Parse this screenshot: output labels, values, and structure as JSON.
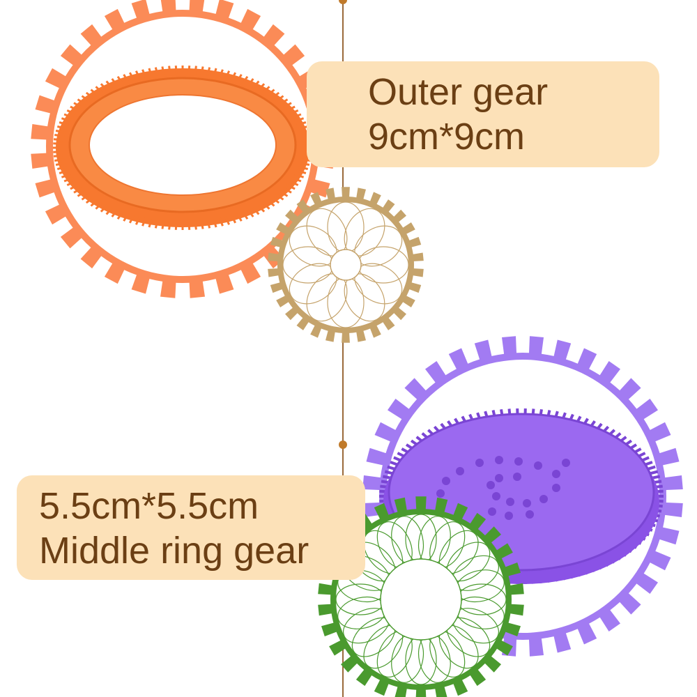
{
  "outer_gear": {
    "title": "Outer gear",
    "size": "9cm*9cm",
    "frame_color": "#fb8b57",
    "ring_color": "#f7782f"
  },
  "middle_ring_gear": {
    "size": "5.5cm*5.5cm",
    "title": "Middle ring gear",
    "frame_color": "#a27bf2",
    "disc_color": "#8a52e6"
  },
  "spiro_gear_tan": {
    "color": "#c5a36b"
  },
  "spiro_gear_green": {
    "color": "#4a9a2e"
  },
  "timeline": {
    "color": "#9a6a3a"
  },
  "label_background": "#fce1b8",
  "label_text_color": "#6b3f14"
}
